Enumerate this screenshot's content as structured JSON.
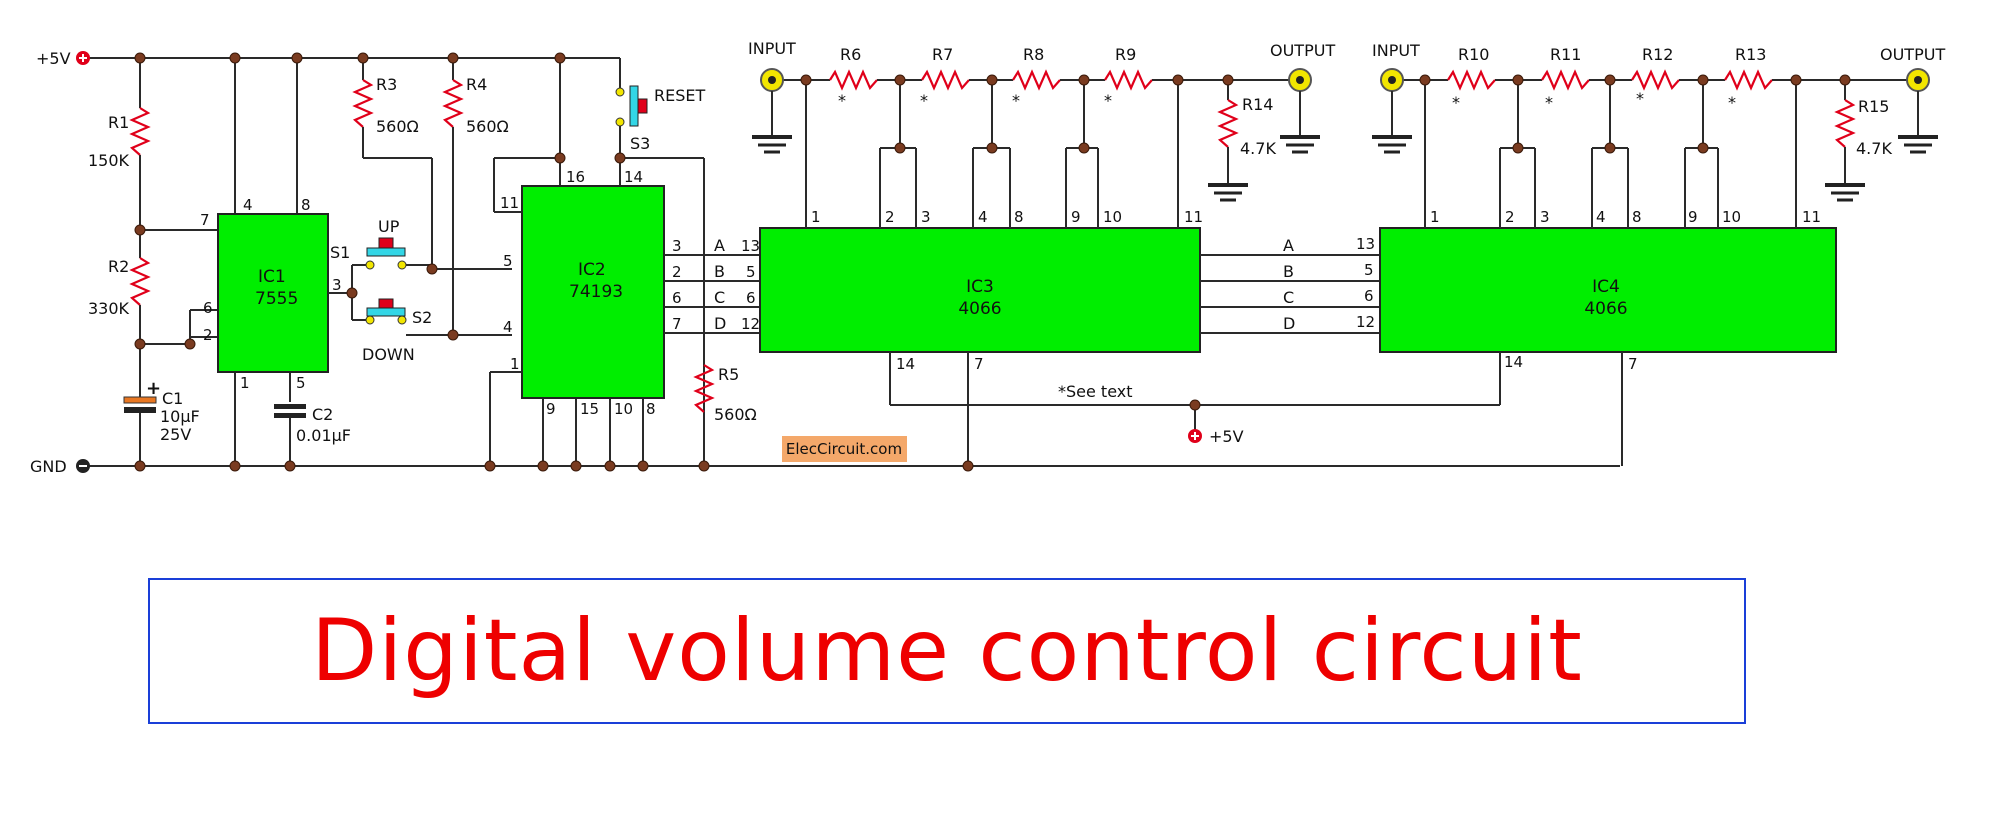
{
  "title": "Digital volume control circuit",
  "watermark": "ElecCircuit.com",
  "power": {
    "vcc_label": "+5V",
    "gnd_label": "GND",
    "vcc_label_right": "+5V"
  },
  "note": "*See text",
  "ic1": {
    "name": "IC1",
    "part": "7555",
    "pins": {
      "p4": "4",
      "p8": "8",
      "p7": "7",
      "p6": "6",
      "p2": "2",
      "p3": "3",
      "p1": "1",
      "p5": "5"
    }
  },
  "ic2": {
    "name": "IC2",
    "part": "74193",
    "pins": {
      "p16": "16",
      "p14": "14",
      "p11": "11",
      "p5": "5",
      "p4": "4",
      "p1": "1",
      "p9": "9",
      "p15": "15",
      "p10": "10",
      "p8": "8",
      "p3": "3",
      "p2": "2",
      "p6": "6",
      "p7": "7"
    }
  },
  "ic3": {
    "name": "IC3",
    "part": "4066",
    "top_pins": [
      "1",
      "2",
      "3",
      "4",
      "8",
      "9",
      "10",
      "11"
    ],
    "left_pins": [
      "13",
      "5",
      "6",
      "12"
    ],
    "bottom_pins": [
      "14",
      "7"
    ]
  },
  "ic4": {
    "name": "IC4",
    "part": "4066",
    "top_pins": [
      "1",
      "2",
      "3",
      "4",
      "8",
      "9",
      "10",
      "11"
    ],
    "left_pins": [
      "13",
      "5",
      "6",
      "12"
    ],
    "bottom_pins": [
      "14",
      "7"
    ]
  },
  "bus_labels": [
    "A",
    "B",
    "C",
    "D"
  ],
  "bus_labels_ic4": [
    "A",
    "B",
    "C",
    "D"
  ],
  "resistors": {
    "r1": {
      "name": "R1",
      "value": "150K"
    },
    "r2": {
      "name": "R2",
      "value": "330K"
    },
    "r3": {
      "name": "R3",
      "value": "560Ω"
    },
    "r4": {
      "name": "R4",
      "value": "560Ω"
    },
    "r5": {
      "name": "R5",
      "value": "560Ω"
    },
    "r6": {
      "name": "R6",
      "mark": "*"
    },
    "r7": {
      "name": "R7",
      "mark": "*"
    },
    "r8": {
      "name": "R8",
      "mark": "*"
    },
    "r9": {
      "name": "R9",
      "mark": "*"
    },
    "r10": {
      "name": "R10",
      "mark": "*"
    },
    "r11": {
      "name": "R11",
      "mark": "*"
    },
    "r12": {
      "name": "R12",
      "mark": "*"
    },
    "r13": {
      "name": "R13",
      "mark": "*"
    },
    "r14": {
      "name": "R14",
      "value": "4.7K"
    },
    "r15": {
      "name": "R15",
      "value": "4.7K"
    }
  },
  "capacitors": {
    "c1": {
      "name": "C1",
      "value": "10µF",
      "voltage": "25V",
      "polarity": "+"
    },
    "c2": {
      "name": "C2",
      "value": "0.01µF"
    }
  },
  "switches": {
    "s1": {
      "name": "S1",
      "label": "UP"
    },
    "s2": {
      "name": "S2",
      "label": "DOWN"
    },
    "s3": {
      "name": "S3",
      "label": "RESET"
    }
  },
  "connectors": {
    "in1": "INPUT",
    "out1": "OUTPUT",
    "in2": "INPUT",
    "out2": "OUTPUT"
  },
  "colors": {
    "ic_fill": "#00ee00",
    "resistor": "#e0001a",
    "switch_body": "#33d6e6",
    "switch_button": "#e0001a",
    "jack": "#f2e600",
    "power_symbol": "#e0001a",
    "watermark_bg": "#f4a86a",
    "title_text": "#ee0000",
    "title_border": "#1a3fd8",
    "capacitor_c1": "#e87722"
  }
}
